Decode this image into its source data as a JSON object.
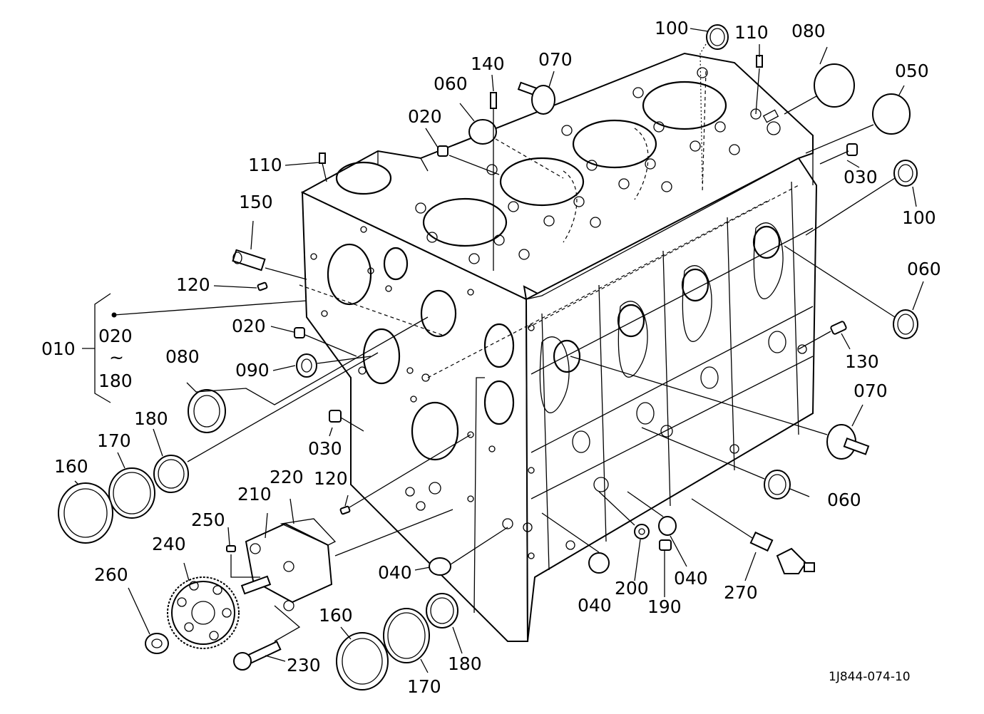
{
  "diagram": {
    "drawing_id": "1J844-074-10",
    "range": {
      "label": "010",
      "from": "020",
      "tilde": "~",
      "to": "180"
    },
    "callouts": [
      {
        "id": "c100a",
        "text": "100"
      },
      {
        "id": "c110a",
        "text": "110"
      },
      {
        "id": "c080a",
        "text": "080"
      },
      {
        "id": "c050",
        "text": "050"
      },
      {
        "id": "c140",
        "text": "140"
      },
      {
        "id": "c070a",
        "text": "070"
      },
      {
        "id": "c060a",
        "text": "060"
      },
      {
        "id": "c020a",
        "text": "020"
      },
      {
        "id": "c030a",
        "text": "030"
      },
      {
        "id": "c100b",
        "text": "100"
      },
      {
        "id": "c110b",
        "text": "110"
      },
      {
        "id": "c150",
        "text": "150"
      },
      {
        "id": "c060b",
        "text": "060"
      },
      {
        "id": "c120a",
        "text": "120"
      },
      {
        "id": "c020b",
        "text": "020"
      },
      {
        "id": "c130",
        "text": "130"
      },
      {
        "id": "c090",
        "text": "090"
      },
      {
        "id": "c080b",
        "text": "080"
      },
      {
        "id": "c070b",
        "text": "070"
      },
      {
        "id": "c180a",
        "text": "180"
      },
      {
        "id": "c170a",
        "text": "170"
      },
      {
        "id": "c030b",
        "text": "030"
      },
      {
        "id": "c160a",
        "text": "160"
      },
      {
        "id": "c220",
        "text": "220"
      },
      {
        "id": "c120b",
        "text": "120"
      },
      {
        "id": "c210",
        "text": "210"
      },
      {
        "id": "c060c",
        "text": "060"
      },
      {
        "id": "c250",
        "text": "250"
      },
      {
        "id": "c240",
        "text": "240"
      },
      {
        "id": "c040a",
        "text": "040"
      },
      {
        "id": "c260",
        "text": "260"
      },
      {
        "id": "c040b",
        "text": "040"
      },
      {
        "id": "c200",
        "text": "200"
      },
      {
        "id": "c270",
        "text": "270"
      },
      {
        "id": "c040c",
        "text": "040"
      },
      {
        "id": "c190",
        "text": "190"
      },
      {
        "id": "c160b",
        "text": "160"
      },
      {
        "id": "c230",
        "text": "230"
      },
      {
        "id": "c180b",
        "text": "180"
      },
      {
        "id": "c170b",
        "text": "170"
      }
    ]
  }
}
